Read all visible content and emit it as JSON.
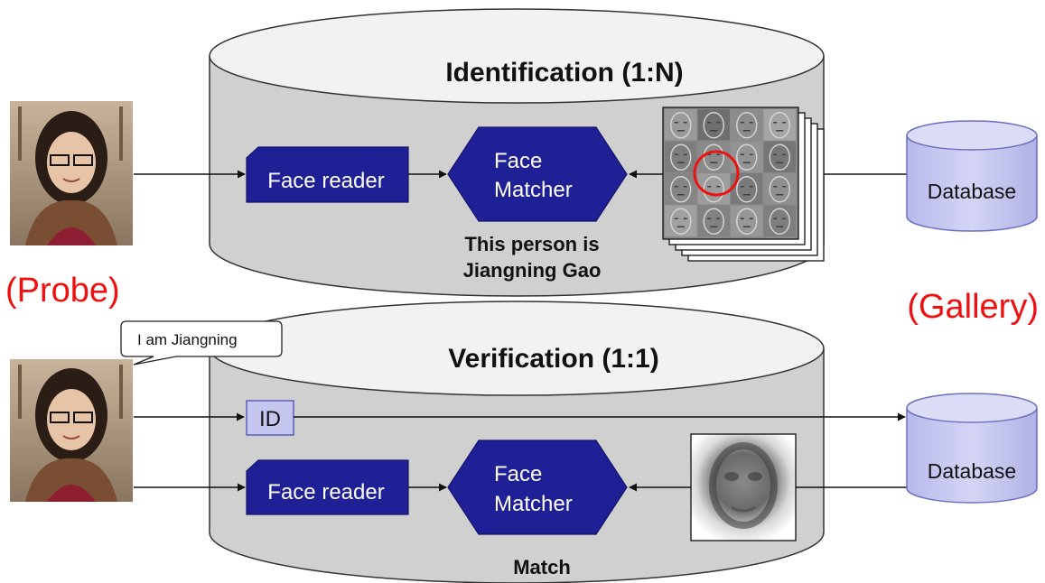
{
  "colors": {
    "cylinder_top": "#f2f2f2",
    "cylinder_body": "#d0d0d0",
    "navy": "#1f1f96",
    "db_fill": "#c5c6f0",
    "db_stroke": "#6b6fc0",
    "red": "#ee1111"
  },
  "identification": {
    "title": "Identification (1:N)",
    "face_reader": "Face reader",
    "matcher_line1": "Face",
    "matcher_line2": "Matcher",
    "result_line1": "This person is",
    "result_line2": "Jiangning Gao",
    "database": "Database"
  },
  "verification": {
    "title": "Verification (1:1)",
    "speech": "I am Jiangning",
    "id_label": "ID",
    "face_reader": "Face reader",
    "matcher_line1": "Face",
    "matcher_line2": "Matcher",
    "result": "Match",
    "database": "Database"
  },
  "labels": {
    "probe": "(Probe)",
    "gallery": "(Gallery)"
  },
  "icons": {
    "probe_photo": "person-photo-icon",
    "gallery_faces": "face-grid-icon",
    "template_face": "average-face-icon"
  }
}
